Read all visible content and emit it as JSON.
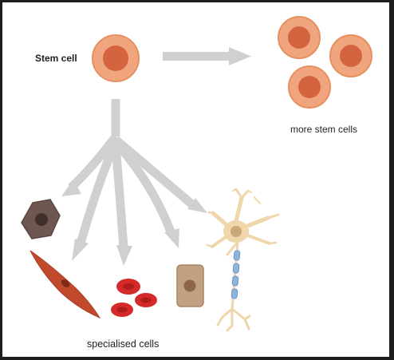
{
  "labels": {
    "stem_cell": "Stem cell",
    "more_stem_cells": "more stem cells",
    "specialised_cells": "specialised cells"
  },
  "colors": {
    "background": "#ffffff",
    "frame": "#1e1e1e",
    "arrow": "#d0d0d0",
    "stem_outer": "#f1a57e",
    "stem_outer_edge": "#e7905f",
    "stem_nucleus": "#d4633f",
    "fat_cell": "#6f5751",
    "fat_nucleus": "#3f302b",
    "muscle_cell": "#c24a2c",
    "red_blood_cell": "#d52a2a",
    "bone_cell": "#c2a183",
    "bone_nucleus": "#8c6647",
    "neuron_body": "#efd6ab",
    "neuron_nucleus": "#caa878",
    "myelin": "#8fb4dc"
  },
  "icons": [
    "stem-cell-icon",
    "fat-cell-icon",
    "muscle-cell-icon",
    "red-blood-cell-icon",
    "bone-cell-icon",
    "nerve-cell-icon"
  ]
}
